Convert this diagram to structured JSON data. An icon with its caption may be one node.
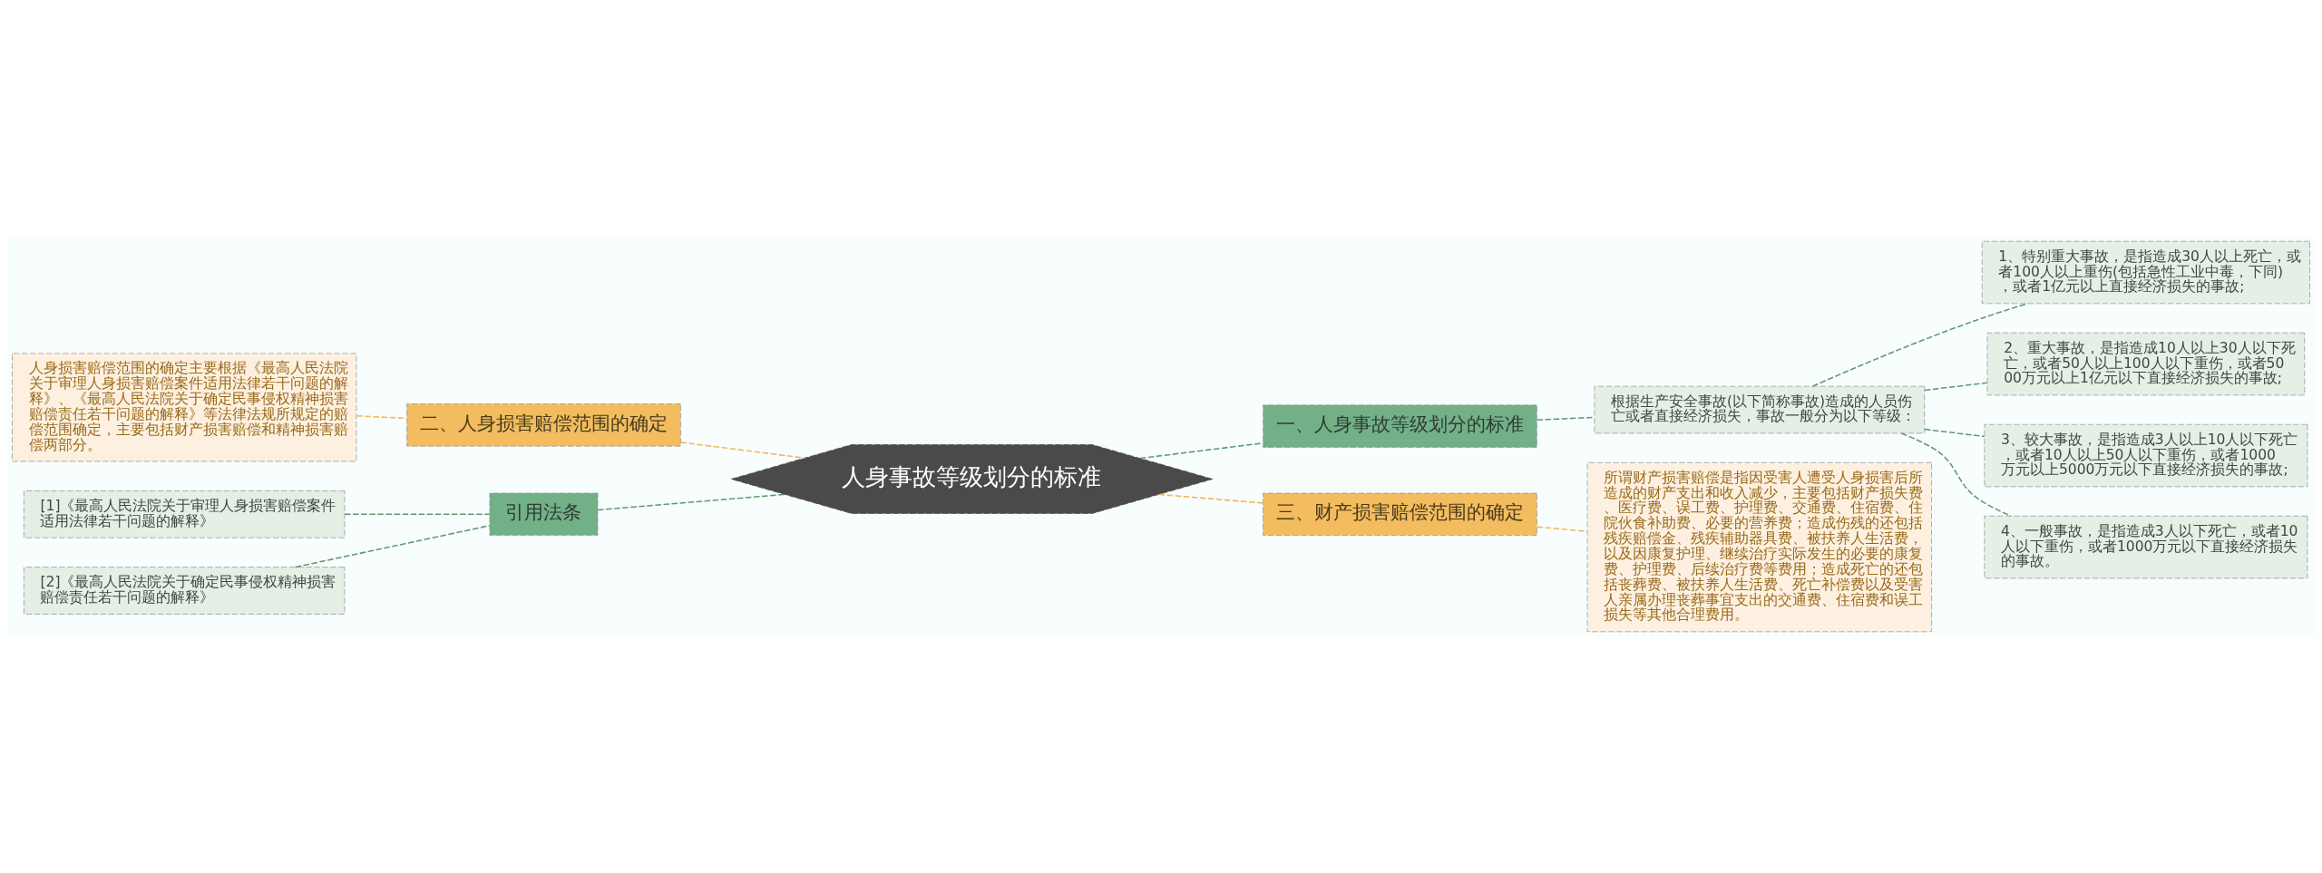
{
  "diagram": {
    "nodes": [
      {
        "text": [
          "人身事故等级划分的标准"
        ]
      },
      {
        "text": [
          "一、人身事故等级划分的标准"
        ]
      },
      {
        "text": [
          "根据生产安全事故(以下简称事故)造成的人员伤亡或者直接经济损失，事故一般分为以下等级："
        ]
      },
      {
        "text": [
          "1、特别重大事故，是指造成30人以上死亡，或者100人以上重伤(包括急性工业中毒，下同)，或者1亿元以上直接经济损失的事故;"
        ]
      },
      {
        "text": [
          "2、重大事故，是指造成10人以上30人以下死亡，或者50人以上100人以下重伤，或者5000万元以上1亿元以下直接经济损失的事故;"
        ]
      },
      {
        "text": [
          "3、较大事故，是指造成3人以上10人以下死亡，或者10人以上50人以下重伤，或者1000万元以上5000万元以下直接经济损失的事故;"
        ]
      },
      {
        "text": [
          "4、一般事故，是指造成3人以下死亡，或者10人以下重伤，或者1000万元以下直接经济损失的事故。"
        ]
      },
      {
        "text": [
          "三、财产损害赔偿范围的确定"
        ]
      },
      {
        "text": [
          "所谓财产损害赔偿是指因受害人遭受人身损害后所造成的财产支出和收入减少，主要包括财产损失费、医疗费、误工费、护理费、交通费、住宿费、住院伙食补助费、必要的营养费；造成伤残的还包括残疾赔偿金、残疾辅助器具费、被扶养人生活费，以及因康复护理、继续治疗实际发生的必要的康复费、护理费、后续治疗费等费用；造成死亡的还包括丧葬费、被扶养人生活费、死亡补偿费以及受害人亲属办理丧葬事宜支出的交通费、住宿费和误工损失等其他合理费用。"
        ]
      },
      {
        "text": [
          "二、人身损害赔偿范围的确定"
        ]
      },
      {
        "text": [
          "人身损害赔偿范围的确定主要根据《最高人民法院关于审理人身损害赔偿案件适用法律若干问题的解释》、《最高人民法院关于确定民事侵权精神损害赔偿责任若干问题的解释》等法律法规所规定的赔偿范围确定，主要包括财产损害赔偿和精神损害赔偿两部分。"
        ]
      },
      {
        "text": [
          "引用法条"
        ]
      },
      {
        "text": [
          "[1]《最高人民法院关于审理人身损害赔偿案件适用法律若干问题的解释》"
        ]
      },
      {
        "text": [
          "[2]《最高人民法院关于确定民事侵权精神损害赔偿责任若干问题的解释》"
        ]
      }
    ],
    "edges": [
      {
        "from": 0,
        "to": 1,
        "arrow": "none",
        "style": "dashed"
      },
      {
        "from": 1,
        "to": 2,
        "arrow": "none",
        "style": "dashed"
      },
      {
        "from": 2,
        "to": 3,
        "arrow": "none",
        "style": "dashed"
      },
      {
        "from": 2,
        "to": 4,
        "arrow": "none",
        "style": "dashed"
      },
      {
        "from": 2,
        "to": 5,
        "arrow": "none",
        "style": "dashed"
      },
      {
        "from": 2,
        "to": 6,
        "arrow": "none",
        "style": "dashed"
      },
      {
        "from": 0,
        "to": 7,
        "arrow": "none",
        "style": "dashed",
        "color": "#f0b860"
      },
      {
        "from": 7,
        "to": 8,
        "arrow": "none",
        "style": "dashed",
        "color": "#f0b860"
      },
      {
        "from": 0,
        "to": 9,
        "arrow": "none",
        "style": "dashed",
        "color": "#f0b860"
      },
      {
        "from": 9,
        "to": 10,
        "arrow": "none",
        "style": "dashed",
        "color": "#f0b860"
      },
      {
        "from": 0,
        "to": 11,
        "arrow": "none",
        "style": "dashed"
      },
      {
        "from": 11,
        "to": 12,
        "arrow": "none",
        "style": "dashed"
      },
      {
        "from": 11,
        "to": 13,
        "arrow": "none",
        "style": "dashed"
      }
    ]
  }
}
